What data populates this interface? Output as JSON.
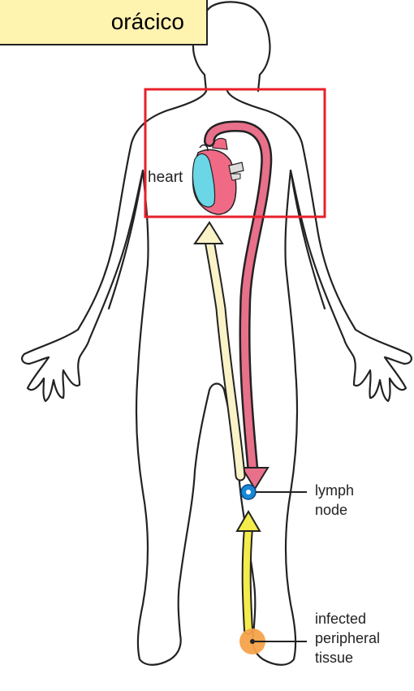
{
  "callout": {
    "text": "orácico",
    "fill": "#fff3b0",
    "border": "#222222"
  },
  "labels": {
    "heart": "heart",
    "lymph_node": [
      "lymph",
      "node"
    ],
    "tissue": [
      "infected",
      "peripheral",
      "tissue"
    ]
  },
  "colors": {
    "outline": "#222222",
    "highlight_box": "#e8202a",
    "efferent_arrow": "#e8708a",
    "return_arrow": "#fbf3c8",
    "afferent_arrow": "#f4ec4a",
    "lymph_node": "#1a88d8",
    "tissue_site": "#f4a24a",
    "heart_cyan": "#6ad6e6",
    "heart_pink": "#f06a86"
  },
  "icons": {
    "heart": "heart-anatomy-icon",
    "lymph_node": "lymph-node-icon",
    "tissue": "infection-site-icon"
  }
}
